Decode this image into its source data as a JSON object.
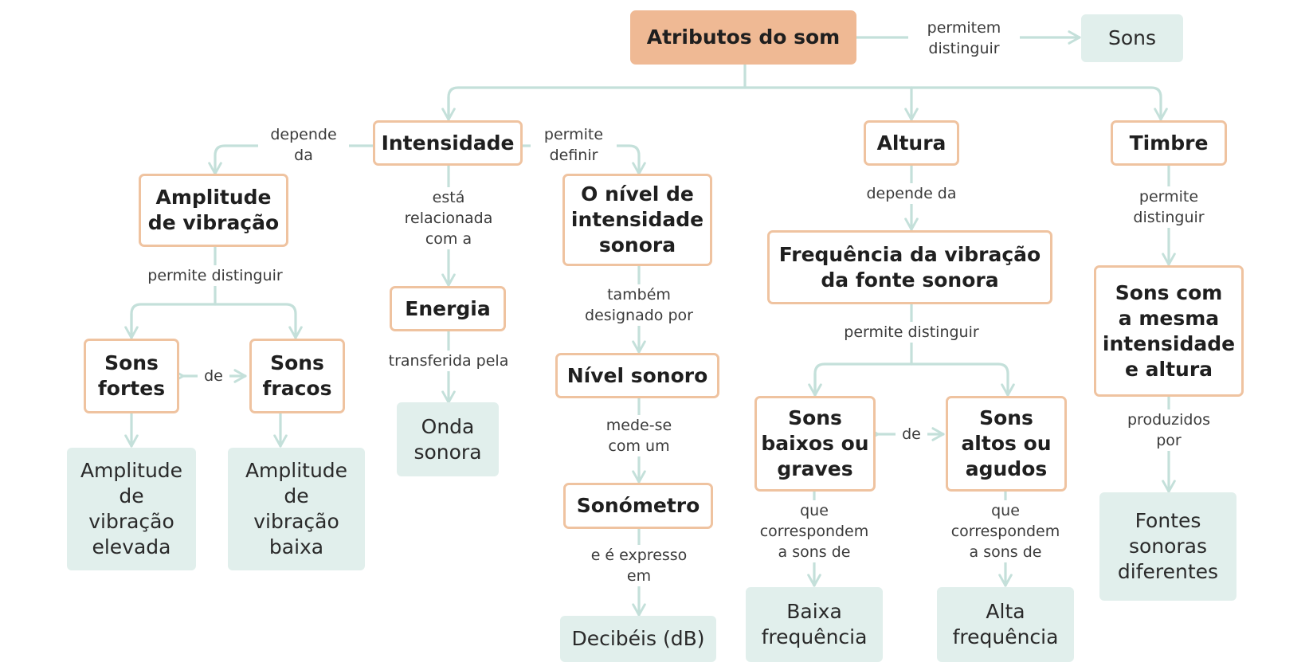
{
  "nodes": {
    "atributos": "Atributos do som",
    "sons": "Sons",
    "intensidade": "Intensidade",
    "altura": "Altura",
    "timbre": "Timbre",
    "amplitude": "Amplitude\nde vibração",
    "energia": "Energia",
    "onda": "Onda\nsonora",
    "nivel_intensidade": "O nível de\nintensidade\nsonora",
    "nivel_sonoro": "Nível sonoro",
    "sonometro": "Sonómetro",
    "decibeis": "Decibéis (dB)",
    "sons_fortes": "Sons\nfortes",
    "sons_fracos": "Sons\nfracos",
    "amp_elevada": "Amplitude\nde\nvibração\nelevada",
    "amp_baixa": "Amplitude\nde\nvibração\nbaixa",
    "frequencia": "Frequência da vibração\nda fonte sonora",
    "sons_baixos": "Sons\nbaixos ou\ngraves",
    "sons_altos": "Sons\naltos ou\nagudos",
    "baixa_freq": "Baixa\nfrequência",
    "alta_freq": "Alta\nfrequência",
    "sons_mesma": "Sons com\na mesma\nintensidade\ne altura",
    "fontes": "Fontes\nsonoras\ndiferentes"
  },
  "labels": {
    "permitem_distinguir": "permitem\ndistinguir",
    "depende_da_amp": "depende\nda",
    "permite_definir": "permite\ndefinir",
    "esta_relacionada": "está\nrelacionada\ncom a",
    "transferida_pela": "transferida pela",
    "tambem_designado": "também\ndesignado por",
    "mede_se": "mede-se\ncom um",
    "expresso_em": "e é expresso\nem",
    "permite_distinguir_amp": "permite distinguir",
    "de_fortes_fracos": "de",
    "depende_da_altura": "depende da",
    "permite_distinguir_freq": "permite distinguir",
    "de_baixos_altos": "de",
    "que_corresp_baixos": "que\ncorrespondem\na sons de",
    "que_corresp_altos": "que\ncorrespondem\na sons de",
    "permite_distinguir_timbre": "permite\ndistinguir",
    "produzidos_por": "produzidos\npor"
  },
  "colors": {
    "root_fill": "#efb994",
    "concept_border": "#efc3a0",
    "result_fill": "#e1efec",
    "connector": "#c4e0da"
  }
}
